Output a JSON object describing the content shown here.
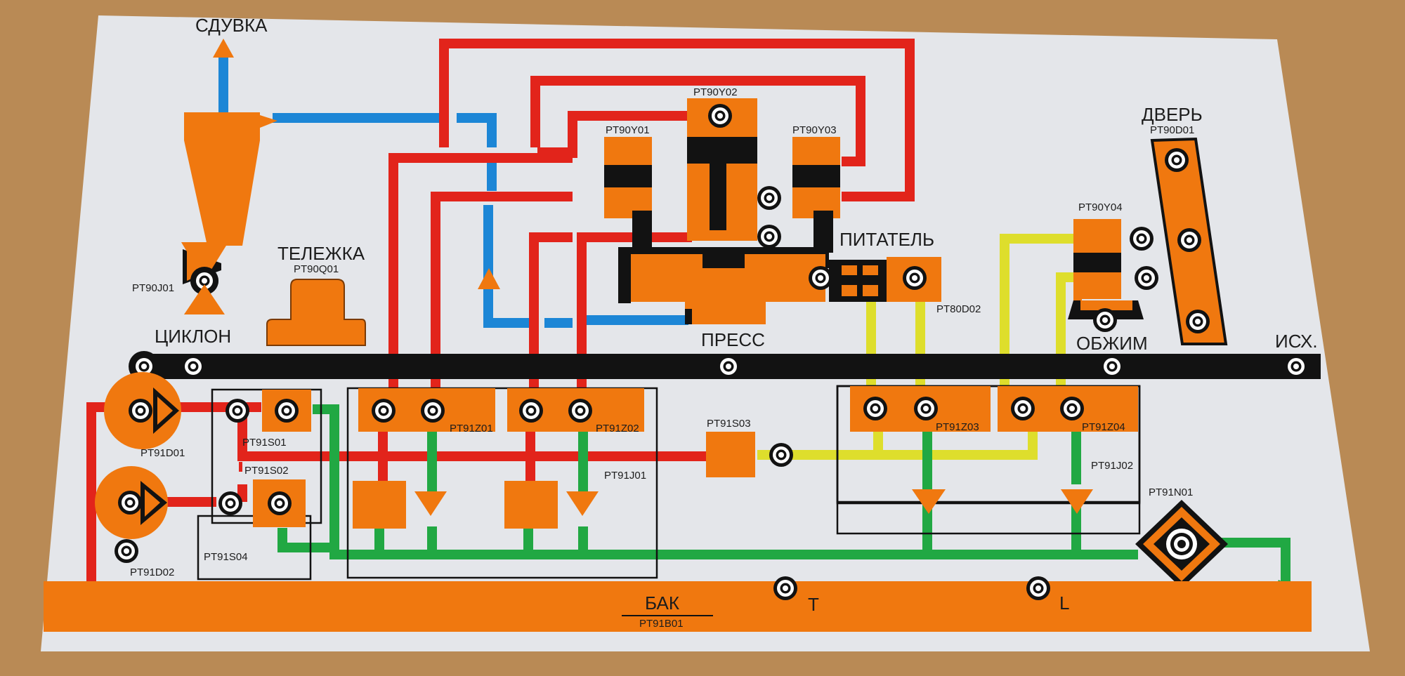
{
  "colors": {
    "board": "#e4e6ea",
    "background": "#b98a55",
    "orange": "#f0780f",
    "red": "#e2241b",
    "blue": "#1c86d6",
    "green": "#21a843",
    "yellow": "#dede2c",
    "black": "#121212"
  },
  "labels": {
    "sduvka": "СДУВКА",
    "telezhka": "ТЕЛЕЖКА",
    "pt90q01": "PT90Q01",
    "pt90j01": "PT90J01",
    "tsiklon": "ЦИКЛОН",
    "press": "ПРЕСС",
    "pitatel": "ПИТАТЕЛЬ",
    "pt80d02": "PT80D02",
    "obzhim": "ОБЖИМ",
    "iskh": "ИСХ.",
    "dver": "ДВЕРЬ",
    "pt90d01": "PT90D01",
    "pt90y01": "PT90Y01",
    "pt90y02": "PT90Y02",
    "pt90y03": "PT90Y03",
    "pt90y04": "PT90Y04",
    "pt91d01": "PT91D01",
    "pt91d02": "PT91D02",
    "pt91s01": "PT91S01",
    "pt91s02": "PT91S02",
    "pt91s03": "PT91S03",
    "pt91s04": "PT91S04",
    "pt91z01": "PT91Z01",
    "pt91z02": "PT91Z02",
    "pt91z03": "PT91Z03",
    "pt91z04": "PT91Z04",
    "pt91j01": "PT91J01",
    "pt91j02": "PT91J02",
    "pt91n01": "PT91N01",
    "bak": "БАК",
    "pt91b01": "PT91B01",
    "sensor_t": "T",
    "sensor_l": "L"
  }
}
